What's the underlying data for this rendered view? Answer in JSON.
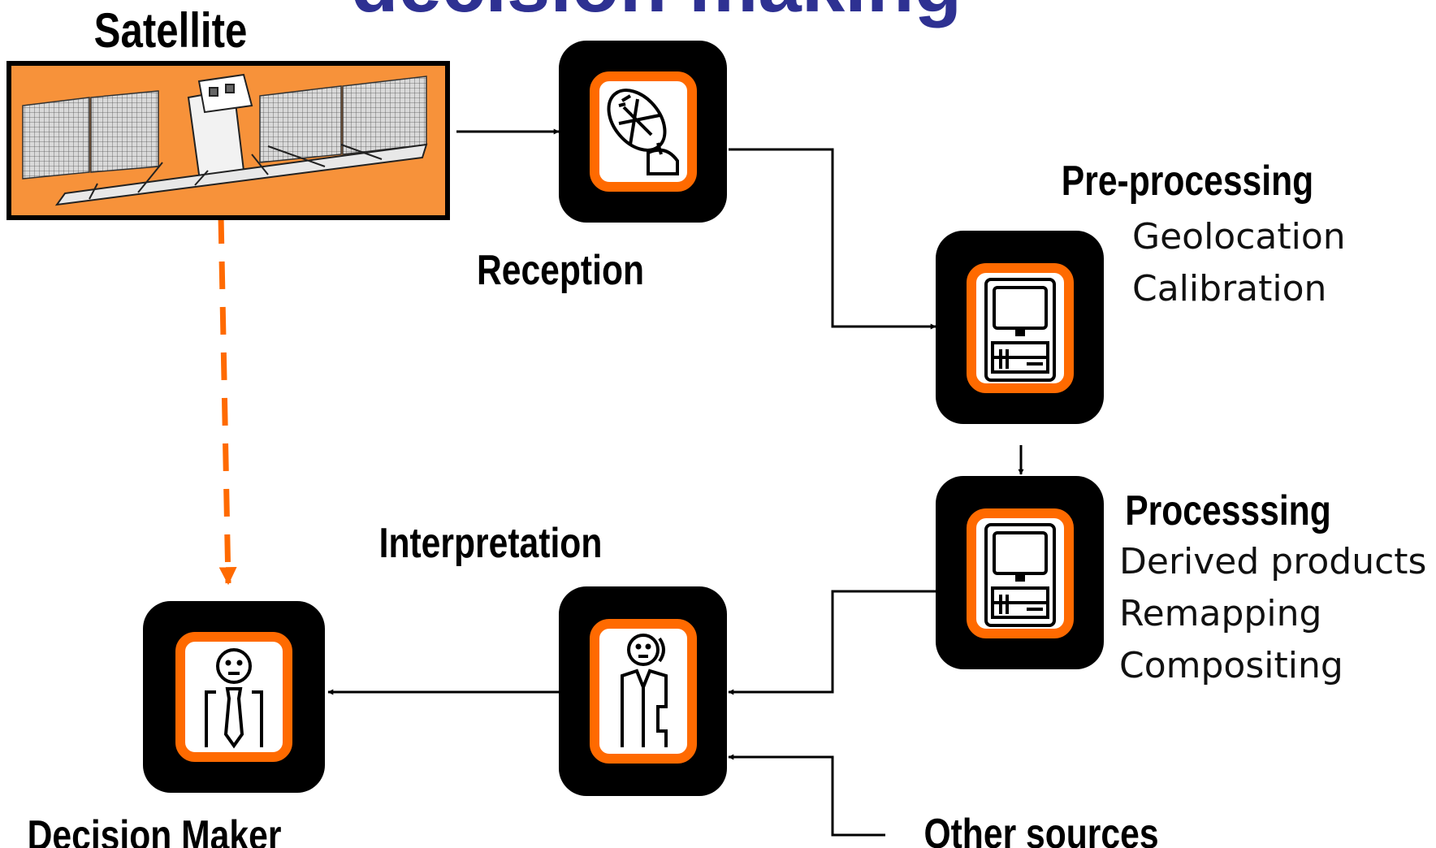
{
  "title": "decision making",
  "colors": {
    "title": "#2e3192",
    "orange": "#f7923a",
    "icon_ring": "#ff6a00",
    "arrow_orange": "#ff6a00",
    "box": "#000000"
  },
  "nodes": {
    "satellite": {
      "label": "Satellite",
      "icon": "satellite-image"
    },
    "reception": {
      "label": "Reception",
      "icon": "satellite-dish-icon"
    },
    "preprocessing": {
      "label": "Pre-processing",
      "icon": "computer-icon",
      "items": [
        "Geolocation",
        "Calibration"
      ]
    },
    "processing": {
      "label": "Processsing",
      "icon": "computer-icon",
      "items": [
        "Derived products",
        "Remapping",
        "Compositing"
      ]
    },
    "interpretation": {
      "label": "Interpretation",
      "icon": "analyst-person-icon"
    },
    "decision_maker": {
      "label": "Decision Maker",
      "icon": "person-with-tie-icon"
    },
    "other_sources": {
      "label": "Other sources"
    }
  }
}
